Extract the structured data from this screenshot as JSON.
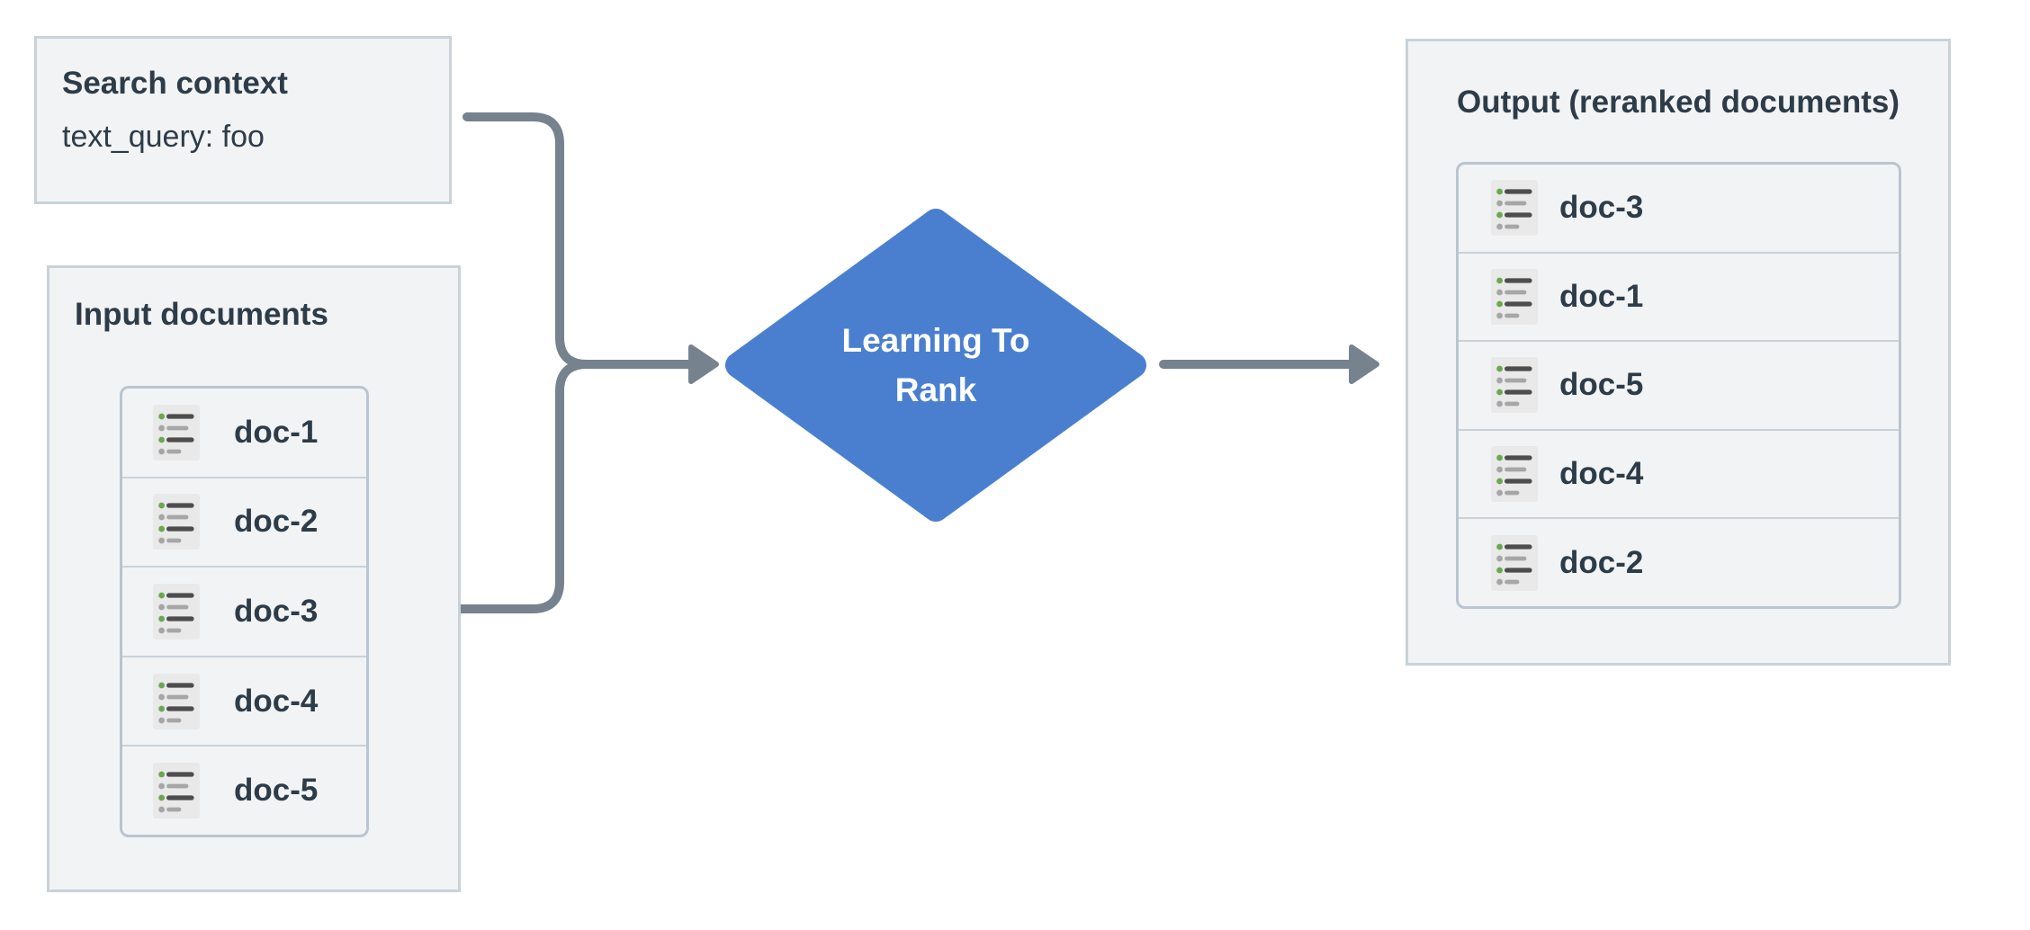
{
  "colors": {
    "background": "#ffffff",
    "box_bg": "#f2f3f5",
    "box_border": "#c9d2d9",
    "list_border": "#b9c5d0",
    "text_dark": "#2d3c48",
    "arrow": "#76828e",
    "diamond_fill": "#4a7fd0",
    "diamond_text": "#ffffff",
    "icon_bg": "#e9e9e9",
    "icon_green": "#6aa84f",
    "icon_gray": "#a6a6a6",
    "icon_dark": "#4d4d4d"
  },
  "icons": {
    "doc_icon": "bulleted-list-icon"
  },
  "search_context": {
    "title": "Search context",
    "query": "text_query: foo"
  },
  "input_documents": {
    "title": "Input documents",
    "docs": [
      "doc-1",
      "doc-2",
      "doc-3",
      "doc-4",
      "doc-5"
    ]
  },
  "process": {
    "label_line1": "Learning To",
    "label_line2": "Rank"
  },
  "output_documents": {
    "title": "Output (reranked documents)",
    "docs": [
      "doc-3",
      "doc-1",
      "doc-5",
      "doc-4",
      "doc-2"
    ]
  }
}
